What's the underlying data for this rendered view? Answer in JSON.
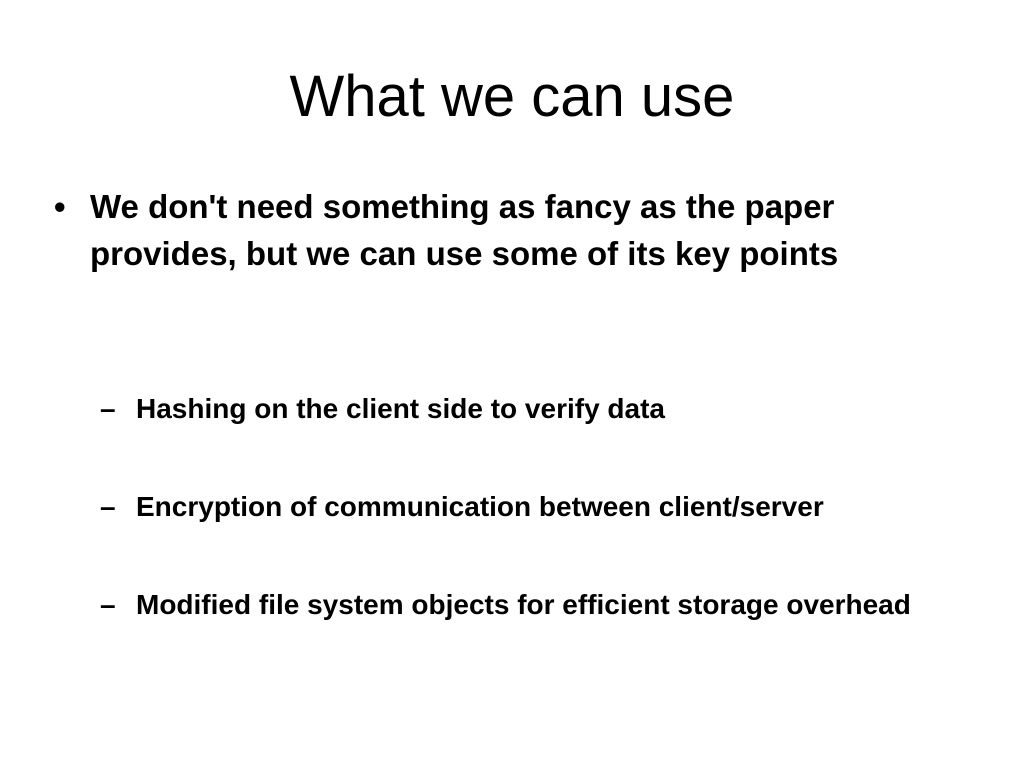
{
  "slide": {
    "title": "What we can use",
    "bullets": [
      {
        "marker": "•",
        "text": "We don't need something as fancy as the paper provides, but we can use some of its key points"
      }
    ],
    "sub_bullets": [
      {
        "marker": "–",
        "text": "Hashing on the client side to verify data"
      },
      {
        "marker": "–",
        "text": "Encryption of communication between client/server"
      },
      {
        "marker": "–",
        "text": "Modified file system objects for efficient storage overhead"
      }
    ]
  }
}
